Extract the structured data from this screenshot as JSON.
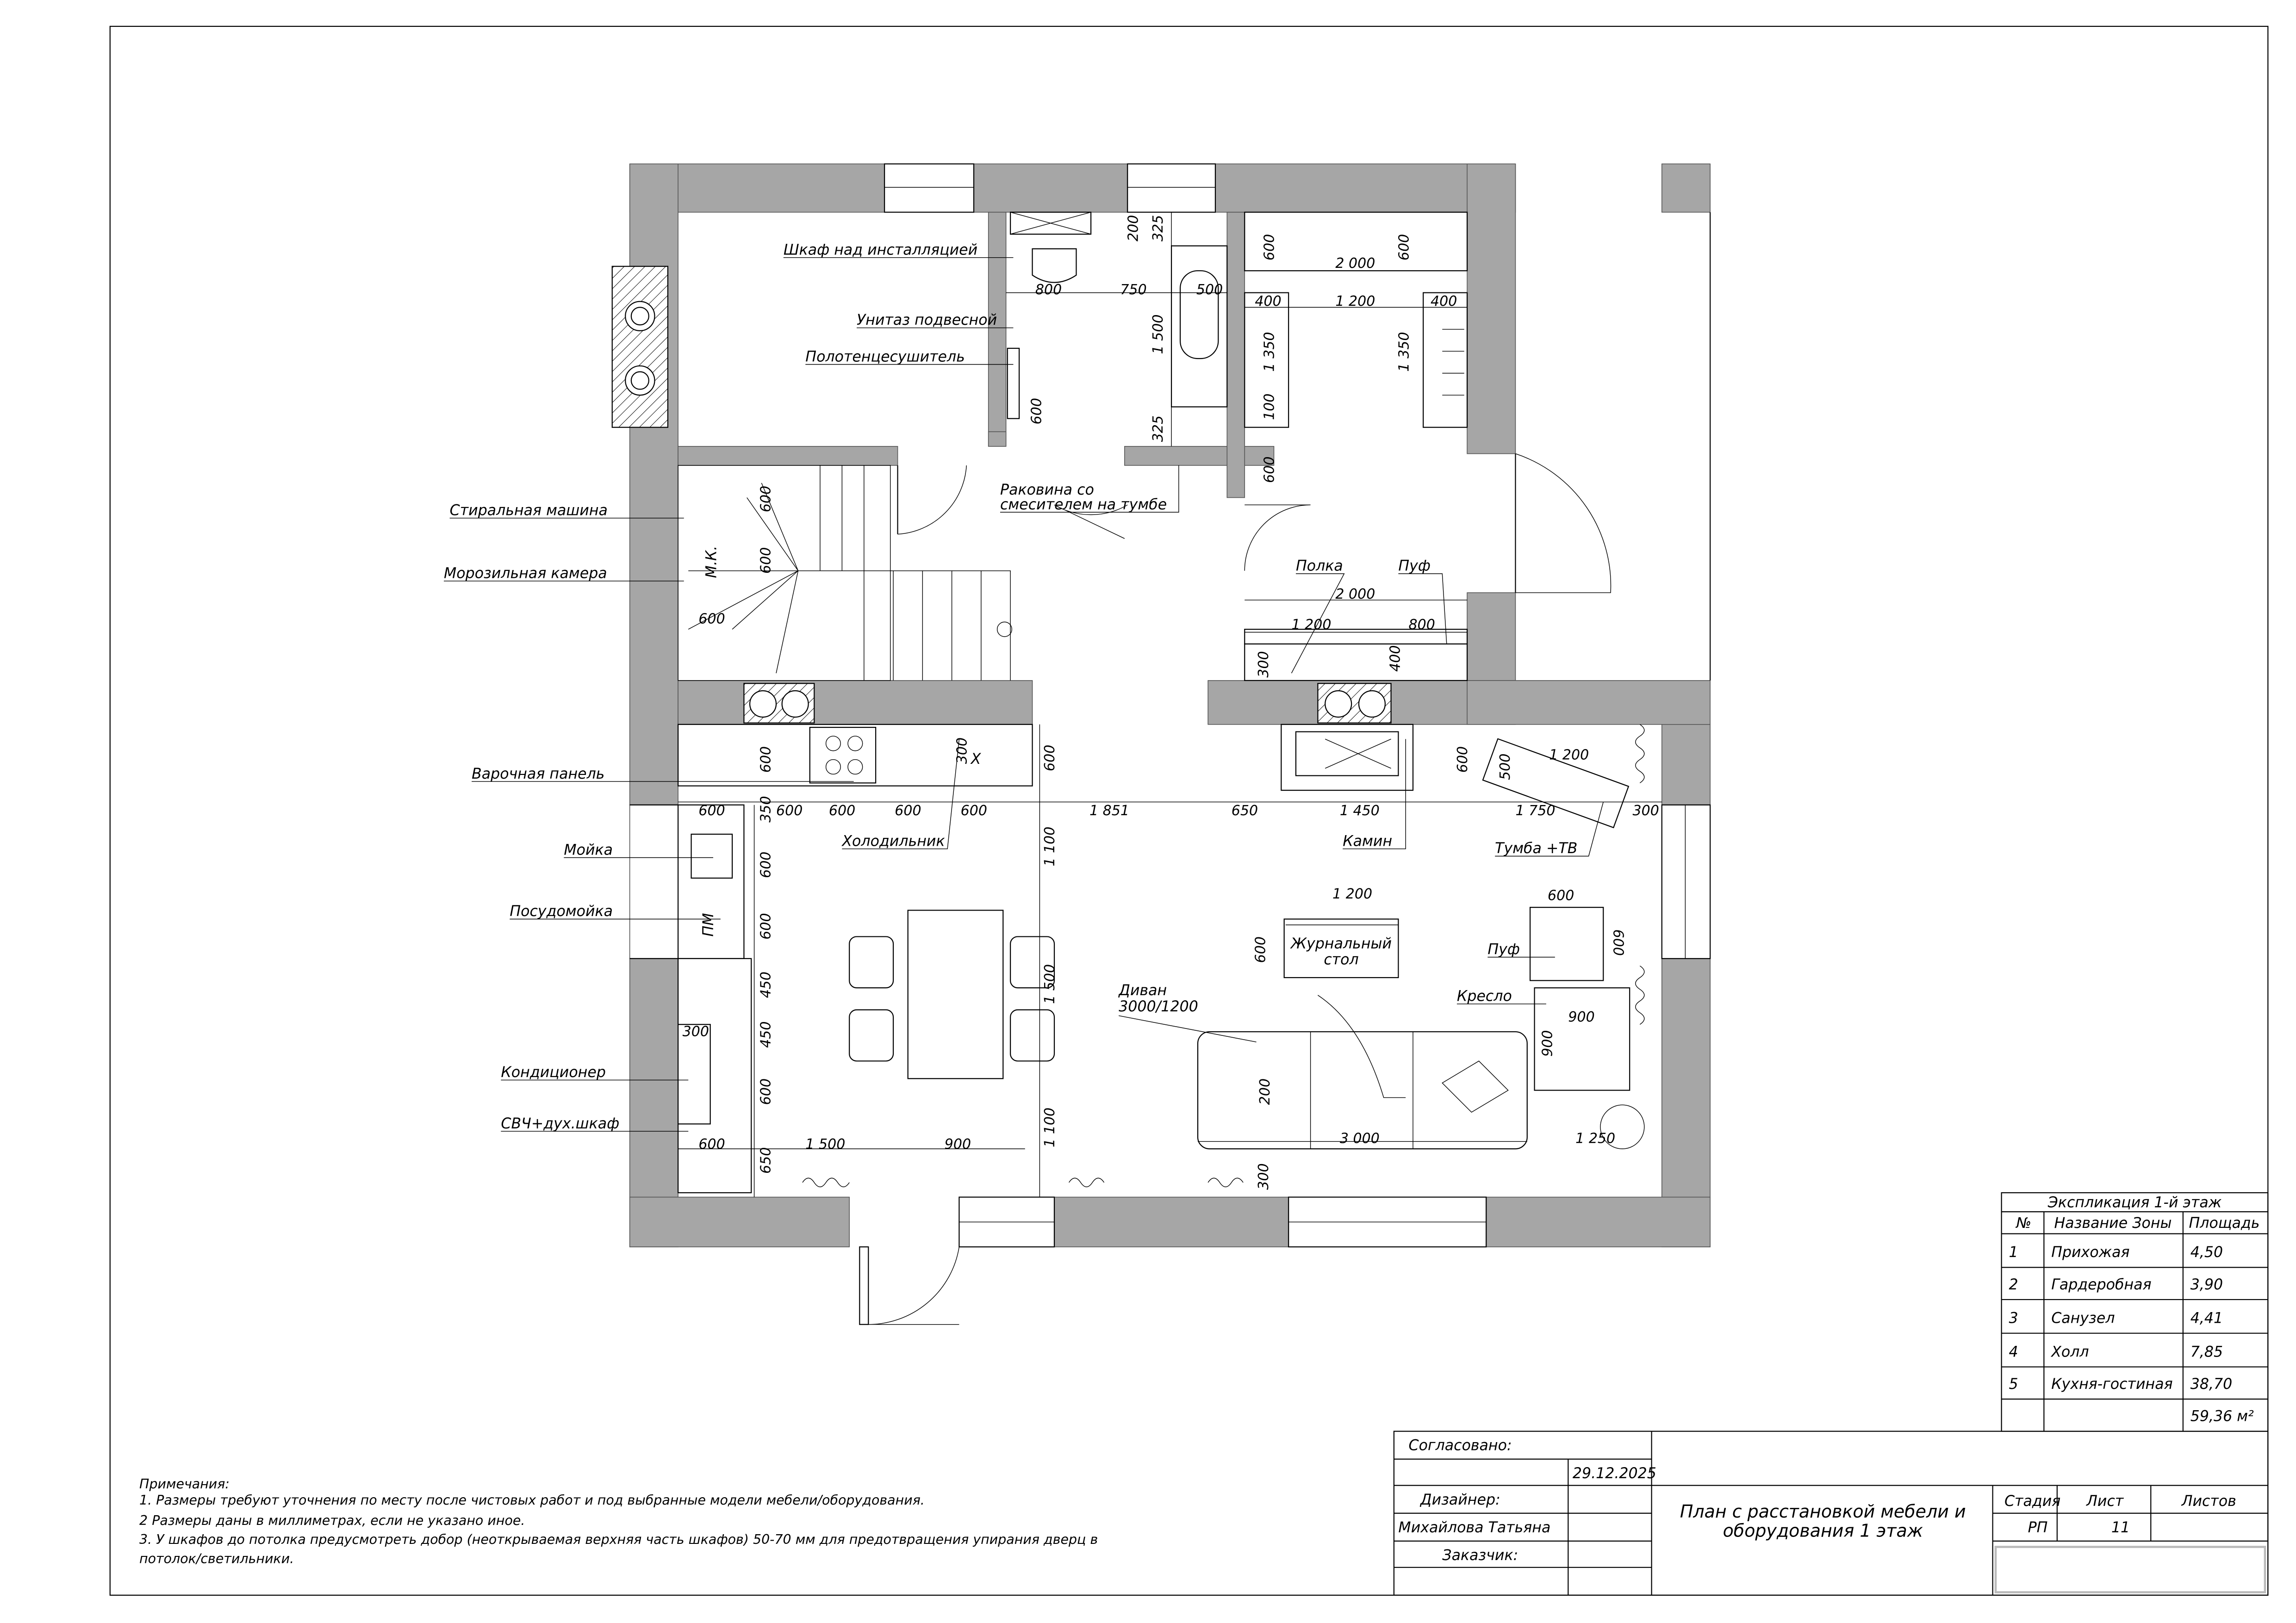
{
  "plan": {
    "labels": {
      "cabinet_over_installation": "Шкаф над инсталляцией",
      "wall_hung_toilet": "Унитаз подвесной",
      "towel_warmer": "Полотенцесушитель",
      "sink_line1": "Раковина со",
      "sink_line2": "смесителем на тумбе",
      "washing_machine": "Стиральная машина",
      "freezer": "Морозильная камера",
      "hob": "Варочная панель",
      "kitchen_sink": "Мойка",
      "dishwasher": "Посудомойка",
      "air_conditioner": "Кондиционер",
      "microwave_oven": "СВЧ+дух.шкаф",
      "fridge": "Холодильник",
      "fireplace": "Камин",
      "tv_stand": "Тумба +ТВ",
      "shelf": "Полка",
      "pouf_hall": "Пуф",
      "coffee_table_line1": "Журнальный",
      "coffee_table_line2": "стол",
      "sofa_line1": "Диван",
      "sofa_line2": "3000/1200",
      "pouf_living": "Пуф",
      "armchair": "Кресло",
      "freezer_tag": "М.К.",
      "dishwasher_tag": "ПМ",
      "fridge_tag": "X"
    },
    "dims": [
      "200",
      "325",
      "800",
      "750",
      "500",
      "1 500",
      "600",
      "325",
      "600",
      "2 000",
      "600",
      "400",
      "1 200",
      "400",
      "1 350",
      "1 350",
      "100",
      "600",
      "2 000",
      "1 200",
      "800",
      "300",
      "400",
      "600",
      "600",
      "600",
      "600",
      "300",
      "600",
      "600",
      "350",
      "600",
      "600",
      "600",
      "600",
      "1 851",
      "650",
      "1 450",
      "1 750",
      "300",
      "600",
      "500",
      "1 200",
      "600",
      "1 100",
      "600",
      "450",
      "1 500",
      "450",
      "300",
      "600",
      "600",
      "650",
      "1 500",
      "900",
      "1 100",
      "1 200",
      "600",
      "600",
      "600",
      "900",
      "900",
      "200",
      "3 000",
      "1 250",
      "300"
    ]
  },
  "explication": {
    "title": "Экспликация 1-й этаж",
    "headers": [
      "№",
      "Название Зоны",
      "Площадь"
    ],
    "rows": [
      {
        "no": "1",
        "name": "Прихожая",
        "area": "4,50"
      },
      {
        "no": "2",
        "name": "Гардеробная",
        "area": "3,90"
      },
      {
        "no": "3",
        "name": "Санузел",
        "area": "4,41"
      },
      {
        "no": "4",
        "name": "Холл",
        "area": "7,85"
      },
      {
        "no": "5",
        "name": "Кухня-гостиная",
        "area": "38,70"
      }
    ],
    "total": "59,36 м²"
  },
  "notes": {
    "title": "Примечания:",
    "items": [
      "1. Размеры требуют уточнения по месту после чистовых работ и под выбранные модели мебели/оборудования.",
      "2 Размеры даны в миллиметрах, если не указано иное.",
      "3. У шкафов до потолка предусмотреть добор (неоткрываемая верхняя часть шкафов) 50-70 мм для предотвращения упирания дверц в",
      "потолок/светильники."
    ]
  },
  "title_block": {
    "approved_label": "Согласовано:",
    "date": "29.12.2025",
    "designer_label": "Дизайнер:",
    "designer_name": "Михайлова Татьяна",
    "client_label": "Заказчик:",
    "drawing_title_line1": "План с расстановкой мебели и",
    "drawing_title_line2": "оборудования 1 этаж",
    "stage_label": "Стадия",
    "sheet_label": "Лист",
    "sheets_label": "Листов",
    "stage_value": "РП",
    "sheet_value": "11"
  },
  "colors": {
    "wall": "#a6a6a6",
    "line": "#000000"
  }
}
